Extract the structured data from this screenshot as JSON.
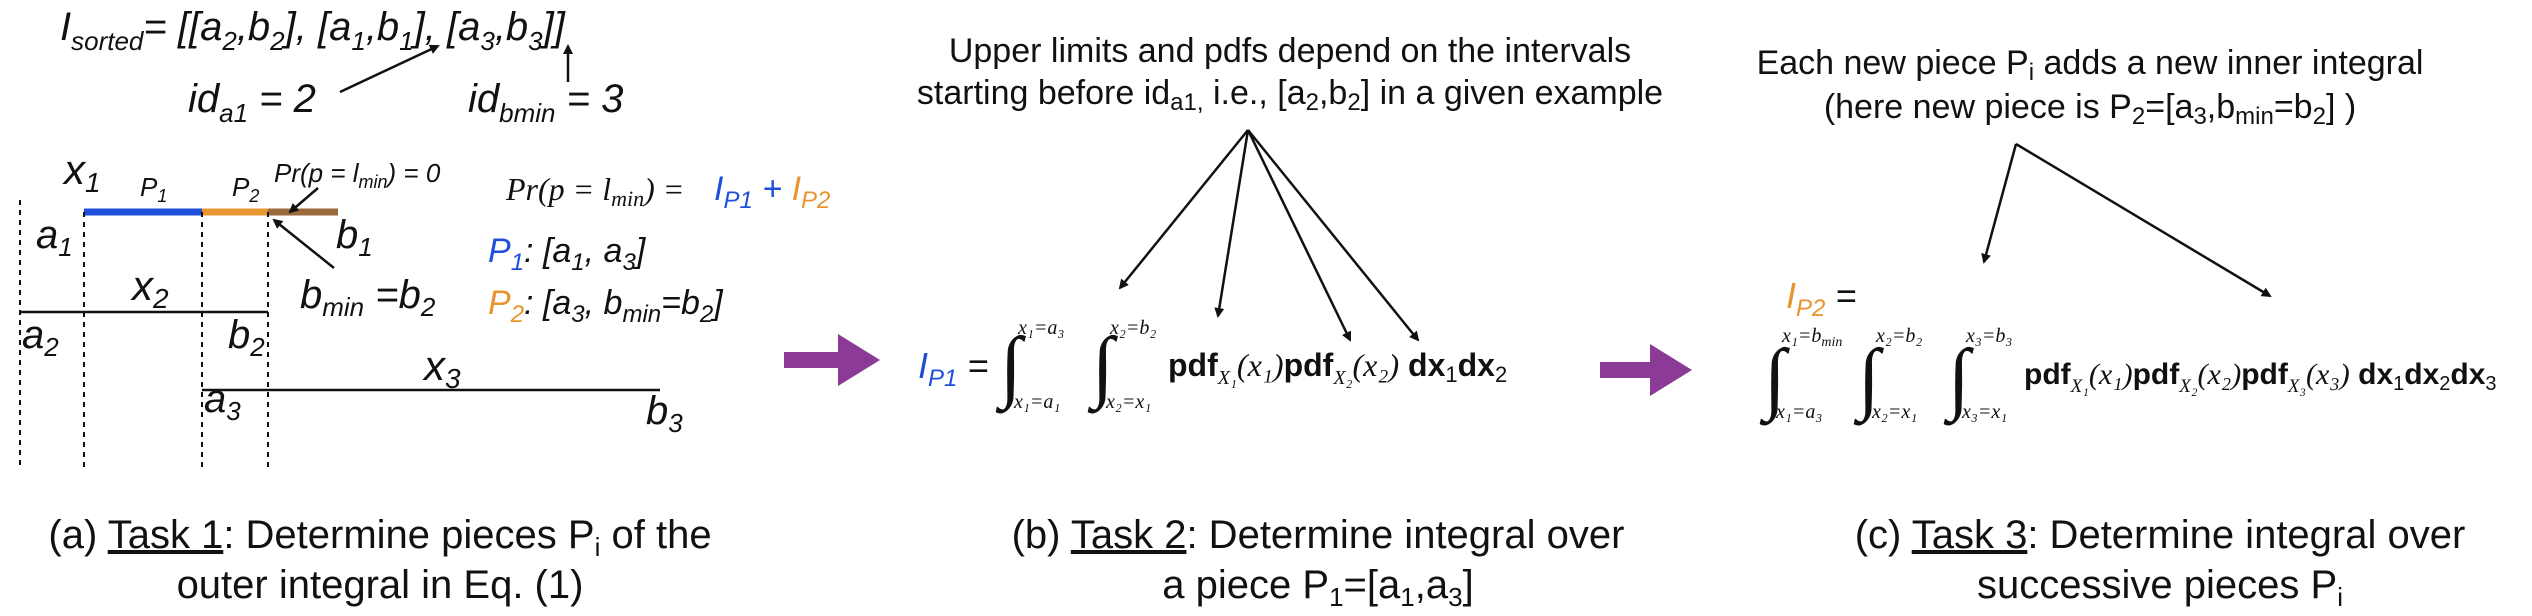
{
  "colors": {
    "blue": "#1f4fd8",
    "orange": "#e8952f",
    "purple": "#8b3a96",
    "brown": "#9a6a3a",
    "black": "#111111"
  },
  "panel_a": {
    "i_sorted_I": "I",
    "i_sorted_sub": "sorted",
    "i_sorted_rest": "= [[a",
    "i_sorted_tail": ", b",
    "list_text": "[a2,b2], [a1,b1], [a3,b3]]",
    "id_a1_label": "id",
    "id_a1_sub": "a1",
    "id_a1_val": " = 2",
    "id_bmin_label": "id",
    "id_bmin_sub": "bmin",
    "id_bmin_val": " = 3",
    "x1": "x",
    "x1_sub": "1",
    "x2": "x",
    "x2_sub": "2",
    "x3": "x",
    "x3_sub": "3",
    "p1": "P",
    "p1_sub": "1",
    "p2": "P",
    "p2_sub": "2",
    "prob_zero": "Pr(p = l",
    "prob_zero_sub": "min",
    "prob_zero_end": ") = 0",
    "a1": "a",
    "a1_sub": "1",
    "b1": "b",
    "b1_sub": "1",
    "a2": "a",
    "a2_sub": "2",
    "b2": "b",
    "b2_sub": "2",
    "a3": "a",
    "a3_sub": "3",
    "b3": "b",
    "b3_sub": "3",
    "bmin": "b",
    "bmin_sub": "min",
    "bmin_eq": " =b",
    "bmin_eq_sub": "2",
    "pr_eq": "Pr(p = l",
    "pr_eq_sub": "min",
    "pr_eq_end": ") = ",
    "ip1": "I",
    "ip1_sub": "P1",
    "plus": " + ",
    "ip2": "I",
    "ip2_sub": "P2",
    "p1_def_P": "P",
    "p1_def_sub": "1",
    "p1_def": ": [a",
    "p1_def_s1": "1",
    "p1_def_m": ", a",
    "p1_def_s2": "3",
    "p1_def_e": "]",
    "p2_def_P": "P",
    "p2_def_sub": "2",
    "p2_def": ": [a",
    "p2_def_s1": "3",
    "p2_def_m": ", b",
    "p2_def_s2": "min",
    "p2_def_m2": "=b",
    "p2_def_s3": "2",
    "p2_def_e": "]",
    "caption_pre": "(a) ",
    "caption_task": "Task 1",
    "caption_line1": ": Determine pieces P",
    "caption_line1_sub": "i",
    "caption_line1_end": " of the",
    "caption_line2": "outer integral in Eq. (1)"
  },
  "panel_b": {
    "note_line1": "Upper limits and pdfs depend on the intervals",
    "note_line2_a": "starting before id",
    "note_line2_sub": "a1,",
    "note_line2_b": " i.e., [a",
    "note_line2_sub2": "2",
    "note_line2_c": ",b",
    "note_line2_sub3": "2",
    "note_line2_d": "] in a given example",
    "ip1": "I",
    "ip1_sub": "P1",
    "eq": " =",
    "int1_upper": "x₁=a₃",
    "int1_lower": "x₁=a₁",
    "int2_upper": "x₂=b₂",
    "int2_lower": "x₂=x₁",
    "pdf": "pdf",
    "pdf_sub1": "X₁",
    "pdf_arg1": "(x₁)",
    "pdf_sub2": "X₂",
    "pdf_arg2": "(x₂)",
    "dx": "dx",
    "dx_sub1": "1",
    "dx_sub2": "2",
    "caption_pre": "(b) ",
    "caption_task": "Task 2",
    "caption_line1": ": Determine integral over",
    "caption_line2_a": "a piece P",
    "caption_line2_sub": "1",
    "caption_line2_b": "=[a",
    "caption_line2_sub2": "1",
    "caption_line2_c": ",a",
    "caption_line2_sub3": "3",
    "caption_line2_d": "]"
  },
  "panel_c": {
    "note_line1_a": "Each new piece P",
    "note_line1_sub": "i",
    "note_line1_b": " adds a new inner integral",
    "note_line2_a": "(here new piece is P",
    "note_line2_sub": "2",
    "note_line2_b": "=[a",
    "note_line2_sub2": "3",
    "note_line2_c": ",b",
    "note_line2_sub3": "min",
    "note_line2_d": "=b",
    "note_line2_sub4": "2",
    "note_line2_e": "] )",
    "ip2": "I",
    "ip2_sub": "P2",
    "eq": " =",
    "int1_upper": "x₁=b",
    "int1_upper_sub": "min",
    "int1_lower": "x₁=a₃",
    "int2_upper": "x₂=b₂",
    "int2_lower": "x₂=x₁",
    "int3_upper": "x₃=b₃",
    "int3_lower": "x₃=x₁",
    "pdf": "pdf",
    "pdf_sub1": "X₁",
    "pdf_arg1": "(x₁)",
    "pdf_sub2": "X₂",
    "pdf_arg2": "(x₂)",
    "pdf_sub3": "X₃",
    "pdf_arg3": "(x₃)",
    "dx": "dx",
    "dx_sub1": "1",
    "dx_sub2": "2",
    "dx_sub3": "3",
    "caption_pre": "(c) ",
    "caption_task": "Task 3",
    "caption_line1": ": Determine integral over",
    "caption_line2_a": "successive pieces P",
    "caption_line2_sub": "i"
  }
}
